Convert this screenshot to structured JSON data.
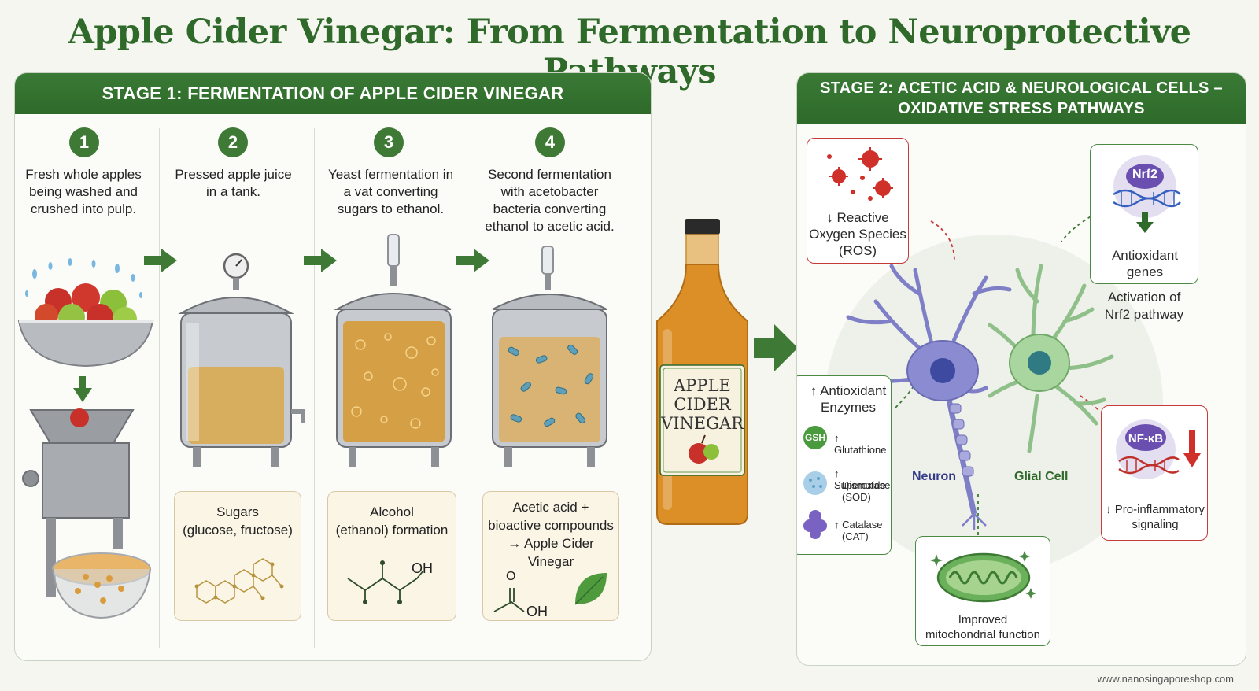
{
  "title": "Apple Cider Vinegar: From Fermentation to Neuroprotective Pathways",
  "stage1": {
    "header": "STAGE 1: FERMENTATION OF APPLE CIDER VINEGAR",
    "steps": [
      {
        "num": "1",
        "text": "Fresh whole apples being washed and crushed into pulp."
      },
      {
        "num": "2",
        "text": "Pressed apple juice in a tank."
      },
      {
        "num": "3",
        "text": "Yeast fermentation in a vat converting sugars to ethanol."
      },
      {
        "num": "4",
        "text": "Second fermentation with acetobacter bacteria converting ethanol to acetic acid."
      }
    ],
    "boxes": [
      {
        "line1": "Sugars",
        "line2": "(glucose, fructose)"
      },
      {
        "line1": "Alcohol",
        "line2": "(ethanol) formation",
        "chem": "OH"
      },
      {
        "line1": "Acetic acid +",
        "line2": "bioactive compounds",
        "line3": "→ Apple Cider",
        "line4": "Vinegar",
        "chem_o": "O",
        "chem": "OH"
      }
    ]
  },
  "bottle": {
    "line1": "APPLE",
    "line2": "CIDER",
    "line3": "VINEGAR"
  },
  "stage2": {
    "header_line1": "STAGE 2: ACETIC ACID & NEUROLOGICAL CELLS –",
    "header_line2": "OXIDATIVE STRESS PATHWAYS",
    "ros": {
      "line1": "↓ Reactive",
      "line2": "Oxygen Species",
      "line3": "(ROS)"
    },
    "nrf2": {
      "badge": "Nrf2",
      "line1": "Antioxidant",
      "line2": "genes",
      "caption1": "Activation of",
      "caption2": "Nrf2 pathway"
    },
    "enzymes": {
      "title1": "↑ Antioxidant",
      "title2": "Enzymes",
      "items": [
        {
          "badge": "GSH",
          "text": "↑ Glutathione"
        },
        {
          "text1": "↑ Superoxide",
          "text2": "Dismutase",
          "text3": "(SOD)"
        },
        {
          "text1": "↑ Catalase",
          "text2": "(CAT)"
        }
      ]
    },
    "neuron_label": "Neuron",
    "glial_label": "Glial Cell",
    "nfkb": {
      "badge": "NF-κB",
      "line1": "↓ Pro-inflammatory",
      "line2": "signaling"
    },
    "mito": {
      "line1": "Improved",
      "line2": "mitochondrial function"
    }
  },
  "url": "www.nanosingaporeshop.com",
  "colors": {
    "brand_green": "#2f6a2b",
    "header_green": "#3a7a35",
    "alert_red": "#c73a3a",
    "vinegar_amber": "#d98a22"
  }
}
